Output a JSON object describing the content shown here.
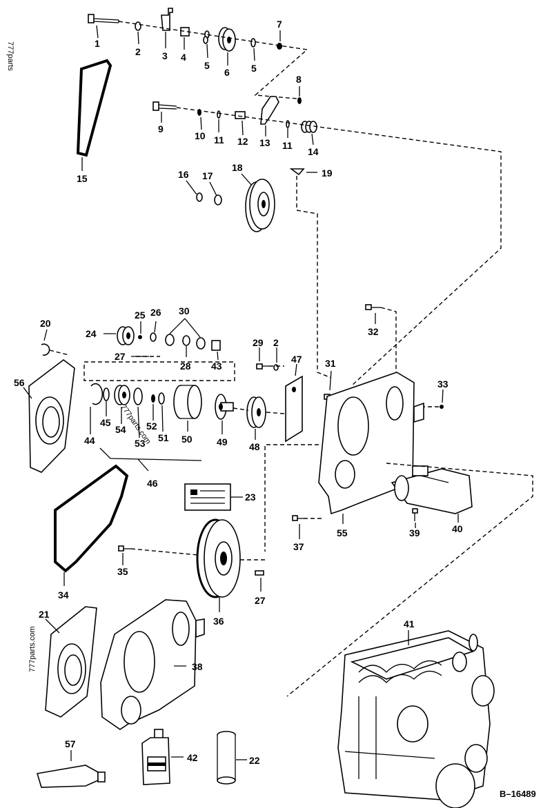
{
  "diagram": {
    "drawing_code": "B–16489",
    "watermarks": [
      "777parts.com",
      "777parts.com",
      "777parts"
    ],
    "callouts": [
      "1",
      "2",
      "3",
      "4",
      "5",
      "6",
      "5",
      "7",
      "8",
      "9",
      "10",
      "11",
      "12",
      "13",
      "11",
      "14",
      "15",
      "16",
      "17",
      "18",
      "19",
      "20",
      "24",
      "25",
      "26",
      "30",
      "32",
      "27",
      "28",
      "43",
      "29",
      "2",
      "47",
      "31",
      "33",
      "56",
      "44",
      "45",
      "54",
      "53",
      "52",
      "51",
      "50",
      "49",
      "48",
      "46",
      "55",
      "23",
      "37",
      "39",
      "40",
      "35",
      "27",
      "34",
      "36",
      "21",
      "38",
      "41",
      "57",
      "42",
      "22"
    ]
  }
}
